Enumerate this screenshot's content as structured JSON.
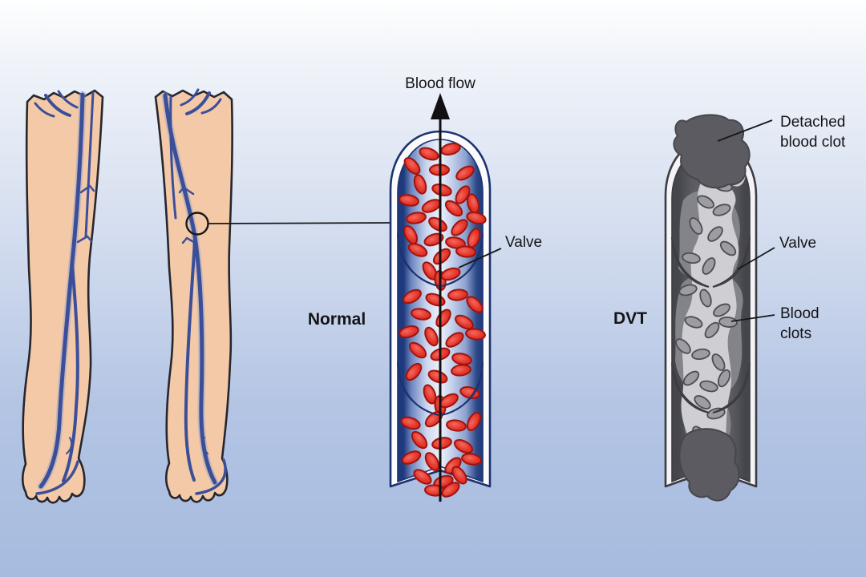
{
  "diagram": {
    "blood_flow_label": "Blood flow",
    "normal_vein": {
      "label": "Normal",
      "valve_label": "Valve"
    },
    "dvt_vein": {
      "label": "DVT",
      "valve_label": "Valve",
      "detached_clot_label": [
        "Detached",
        "blood clot"
      ],
      "blood_clots_label": [
        "Blood",
        "clots"
      ]
    }
  },
  "colors": {
    "background_top": "#feffff",
    "background_bottom": "#a6bbdf",
    "skin": "#f4c9a7",
    "leg_outline": "#26262e",
    "vein_blue": "#3b4f99",
    "vessel_outline_navy": "#1c3370",
    "lumen_light_blue": "#edf1fa",
    "blood_cell_red": "#e53529",
    "valve_blue": "#3d5ca6",
    "dvt_interior_gray": "#5a5a61",
    "dvt_clot_dark_gray": "#5b5b61",
    "dvt_channel_light_gray": "#cfcfd3",
    "dvt_cell_gray": "#9c9ca2",
    "label_text": "#141417"
  }
}
